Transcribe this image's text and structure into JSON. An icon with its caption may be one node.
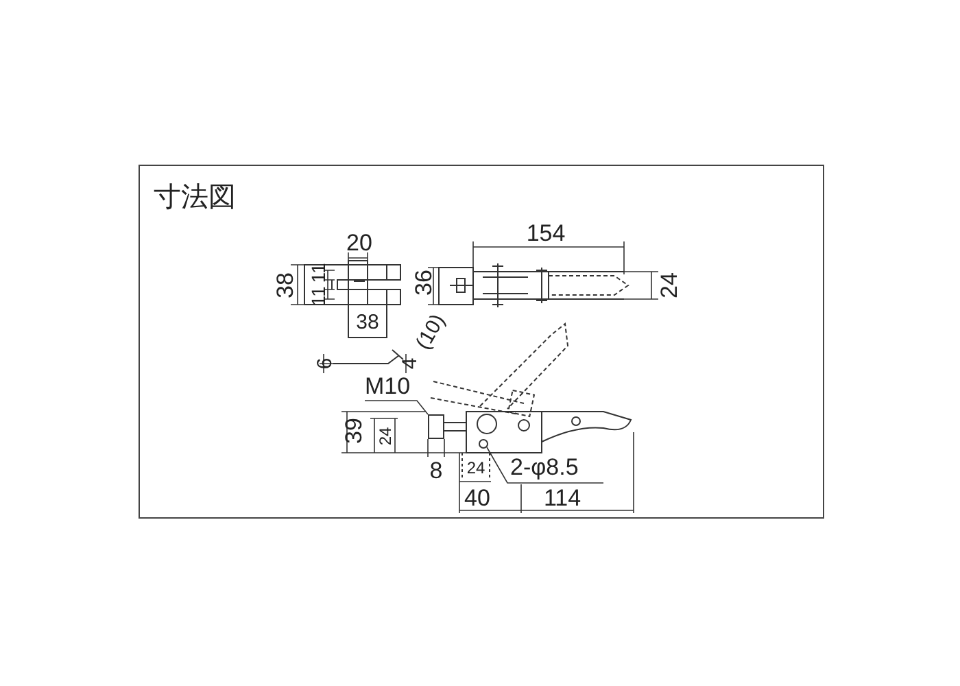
{
  "diagram": {
    "title": "寸法図",
    "nodes": [
      {
        "text": [
          "M10"
        ]
      },
      {
        "text": [
          "2-φ8.5"
        ]
      },
      {
        "text": [],
        "shape": "bar"
      },
      {
        "text": [],
        "shape": "circle"
      }
    ],
    "edges": [
      {
        "from": 0,
        "to": 2,
        "arrow": "none"
      },
      {
        "from": 1,
        "to": 3,
        "arrow": "none"
      }
    ],
    "labels": [
      "20",
      "38",
      "11",
      "11",
      "36",
      "154",
      "24",
      "38",
      "(10)",
      "6",
      "4",
      "39",
      "24",
      "8",
      "24",
      "40",
      "114"
    ]
  }
}
